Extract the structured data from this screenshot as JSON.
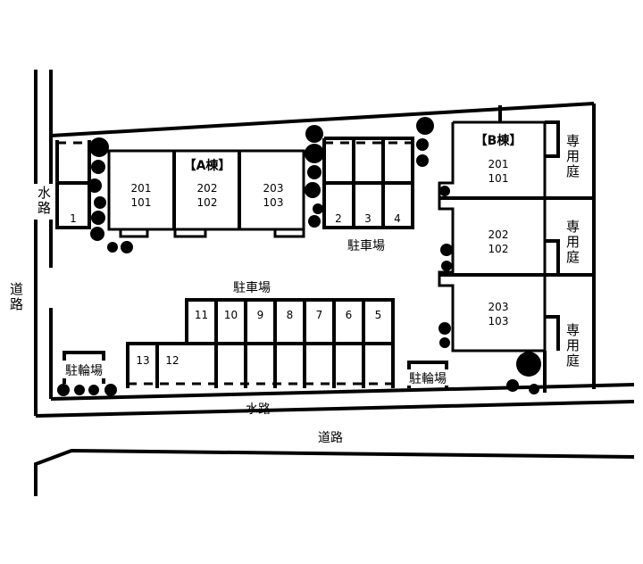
{
  "roads": {
    "waterway_left": "水路",
    "road_left": "道路",
    "waterway_bottom": "水路",
    "road_bottom": "道路"
  },
  "building_a": {
    "title": "【A棟】",
    "units": [
      {
        "upper": "201",
        "lower": "101"
      },
      {
        "upper": "202",
        "lower": "102"
      },
      {
        "upper": "203",
        "lower": "103"
      }
    ]
  },
  "building_b": {
    "title": "【B棟】",
    "units": [
      {
        "upper": "201",
        "lower": "101"
      },
      {
        "upper": "202",
        "lower": "102"
      },
      {
        "upper": "203",
        "lower": "103"
      }
    ],
    "garden_label": "専用庭"
  },
  "parking": {
    "label": "駐車場",
    "spot_1": "1",
    "north_spots": [
      "2",
      "3",
      "4"
    ],
    "south_spots": [
      "11",
      "10",
      "9",
      "8",
      "7",
      "6",
      "5"
    ],
    "west_spots": [
      "13",
      "12"
    ]
  },
  "bicycle_parking_label": "駐輪場"
}
